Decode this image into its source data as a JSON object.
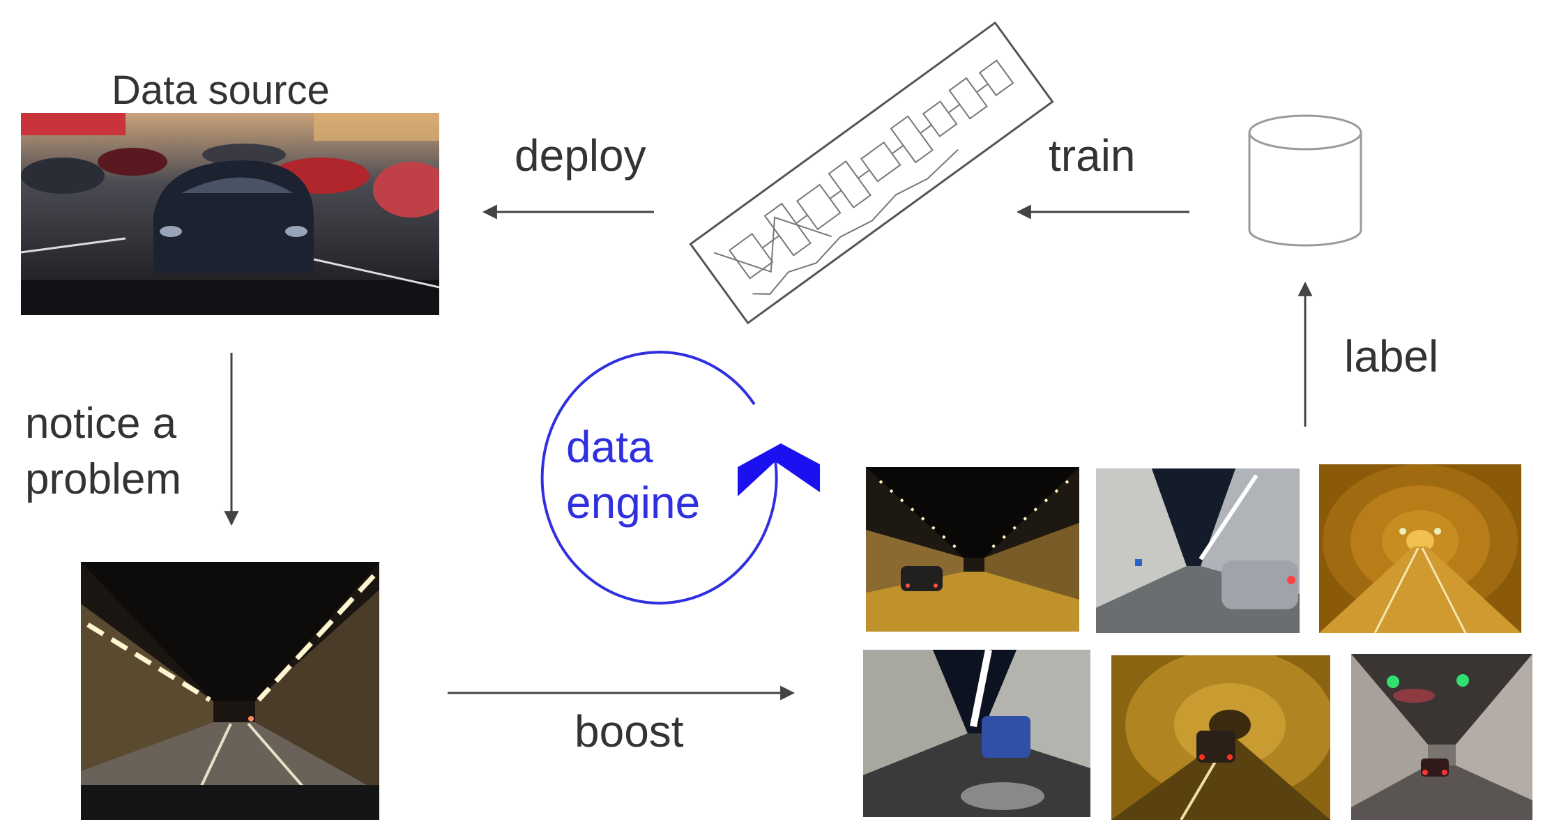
{
  "diagram": {
    "data_source_title": "Data source",
    "deploy_label": "deploy",
    "train_label": "train",
    "label_label": "label",
    "notice_line1": "notice a",
    "notice_line2": "problem",
    "boost_label": "boost",
    "engine_line1": "data",
    "engine_line2": "engine"
  },
  "colors": {
    "engine_blue": "#2f2fe0",
    "arrow_gray": "#444444",
    "text_gray": "#333333"
  },
  "icons": {
    "dataset": "database-cylinder-icon",
    "model": "neural-network-diagram",
    "cycle": "cycle-arrow-icon"
  }
}
